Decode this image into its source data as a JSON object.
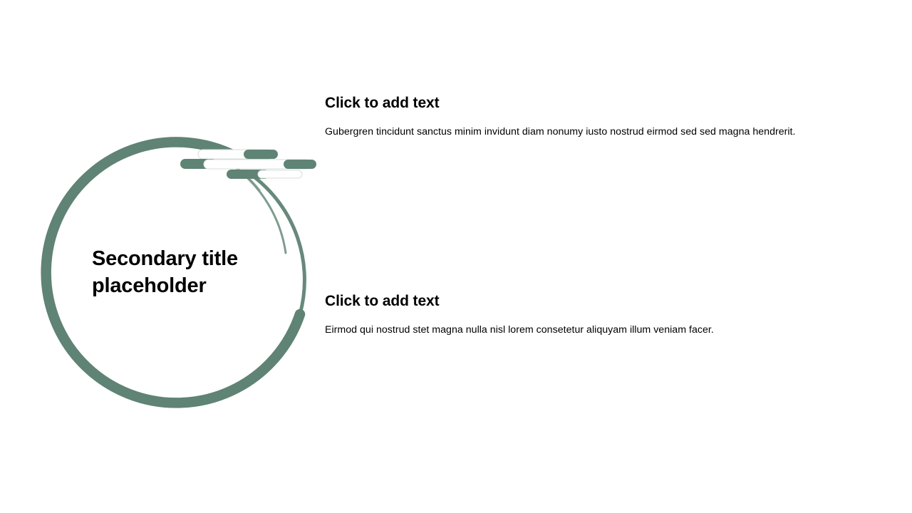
{
  "slide": {
    "background_color": "#ffffff",
    "accent_color": "#5f8374",
    "text_color": "#000000"
  },
  "left_panel": {
    "secondary_title": "Secondary title placeholder",
    "ring_graphic_name": "tapered-circle-ring",
    "decoration_name": "stacked-pill-decoration"
  },
  "content": {
    "blocks": [
      {
        "heading": "Click to add text",
        "body": "Gubergren tincidunt sanctus minim invidunt diam nonumy iusto nostrud eirmod sed sed magna hendrerit."
      },
      {
        "heading": "Click to add text",
        "body": "Eirmod qui nostrud stet magna nulla nisl lorem consetetur aliquyam illum veniam facer."
      }
    ]
  }
}
